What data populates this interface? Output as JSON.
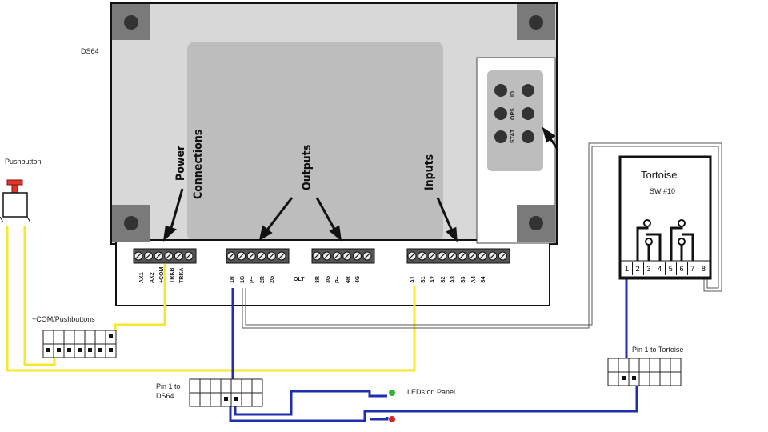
{
  "labels": {
    "ds64": "DS64",
    "pushbutton": "Pushbutton",
    "com_pushbuttons": "+COM/Pushbuttons",
    "pin1_ds64_line1": "Pin 1 to",
    "pin1_ds64_line2": "DS64",
    "leds": "LEDs on Panel",
    "pin1_tortoise": "Pin 1 to Tortoise",
    "tortoise": "Tortoise",
    "sw": "SW #10",
    "power_line1": "Power",
    "power_line2": "Connections",
    "outputs": "Outputs",
    "inputs": "Inputs",
    "olt": "OLT"
  },
  "led_buttons": [
    "ID",
    "OPS",
    "STAT"
  ],
  "power_pins": [
    "AX1",
    "AX2",
    "+COM",
    "TRKB",
    "TRKA"
  ],
  "output_pins_a": [
    "1R",
    "1G",
    "P+",
    "2R",
    "2G"
  ],
  "output_pins_b": [
    "3R",
    "3G",
    "P+",
    "4R",
    "4G"
  ],
  "input_pins": [
    "A1",
    "S1",
    "A2",
    "S2",
    "A3",
    "S3",
    "A4",
    "S4"
  ],
  "tortoise_pins": [
    "1",
    "2",
    "3",
    "4",
    "5",
    "6",
    "7",
    "8"
  ],
  "colors": {
    "wire_yellow": "#f7e72b",
    "wire_blue": "#1f2fb0",
    "led_green": "#2fb62f",
    "led_red": "#e02020",
    "button_red": "#e0362c",
    "board_gray": "#d9d9d9"
  }
}
